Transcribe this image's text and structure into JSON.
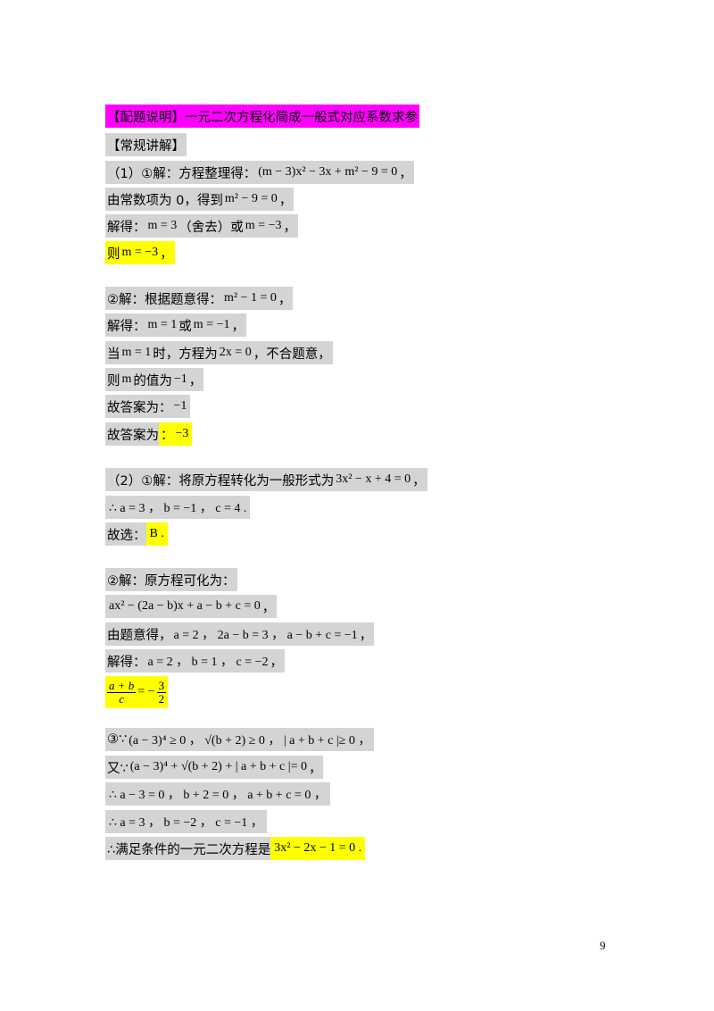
{
  "header": {
    "title": "【配题说明】一元二次方程化简成一般式对应系数求参"
  },
  "section": {
    "label": "【常规讲解】"
  },
  "lines": {
    "l3_text": "（1）①解：方程整理得：",
    "l3_math": "(m − 3)x² − 3x + m² − 9 = 0",
    "l3_end": "，",
    "l4_text": "由常数项为 0，得到",
    "l4_math": "m² − 9 = 0",
    "l4_end": "，",
    "l5_text": "解得：",
    "l5_math1": "m = 3",
    "l5_mid": "（舍去）或",
    "l5_math2": "m = −3",
    "l5_end": "，",
    "l6_text": "则",
    "l6_math": "m = −3",
    "l6_end": "，",
    "l7_text": "②解：根据题意得：",
    "l7_math": "m² − 1 = 0",
    "l7_end": "，",
    "l8_text": "解得：",
    "l8_math1": "m = 1",
    "l8_mid": "或",
    "l8_math2": "m = −1",
    "l8_end": "，",
    "l9_text": "当",
    "l9_math1": "m = 1",
    "l9_mid": "时，方程为",
    "l9_math2": "2x = 0",
    "l9_end": "，不合题意，",
    "l10_text": "则",
    "l10_math1": "m",
    "l10_mid": "的值为",
    "l10_math2": "−1",
    "l10_end": "，",
    "l11_text": "故答案为：",
    "l11_math": "−1",
    "l12_text": "故答案为",
    "l12_yellow": "：",
    "l12_math": "−3",
    "l13_text": "（2）①解：将原方程转化为一般形式为",
    "l13_math": "3x² − x + 4 = 0",
    "l13_end": "，",
    "l14_math": "∴ a = 3 ， b = −1 ， c = 4 .",
    "l15_text": "故选：",
    "l15_math": "B .",
    "l16_text": "②解：原方程可化为：",
    "l17_math": "ax² − (2a − b)x + a − b + c = 0",
    "l17_end": "，",
    "l18_text": "由题意得，",
    "l18_math": "a = 2 ， 2a − b = 3 ， a − b + c = −1",
    "l18_end": "，",
    "l19_text": "解得：",
    "l19_math": "a = 2 ， b = 1 ， c = −2",
    "l19_end": "，",
    "l20_num": "a + b",
    "l20_den": "c",
    "l20_eq": "= −",
    "l20_num2": "3",
    "l20_den2": "2",
    "l21_text": "③∵",
    "l21_math": "(a − 3)⁴ ≥ 0 ， √(b + 2) ≥ 0 ， | a + b + c |≥ 0 ，",
    "l22_text": "又∵",
    "l22_math": "(a − 3)⁴ + √(b + 2) + | a + b + c |= 0",
    "l22_end": "，",
    "l23_math": "∴ a − 3 = 0 ， b + 2 = 0 ， a + b + c = 0 ，",
    "l24_math": "∴ a = 3 ， b = −2 ， c = −1 ，",
    "l25_text": "∴满足条件的一元二次方程是",
    "l25_math": "3x² − 2x − 1 = 0 ."
  },
  "footer": {
    "page_number": "9"
  },
  "colors": {
    "gray_highlight": "#d4d4d4",
    "yellow_highlight": "#ffff00",
    "magenta_highlight": "#ff00ff"
  }
}
